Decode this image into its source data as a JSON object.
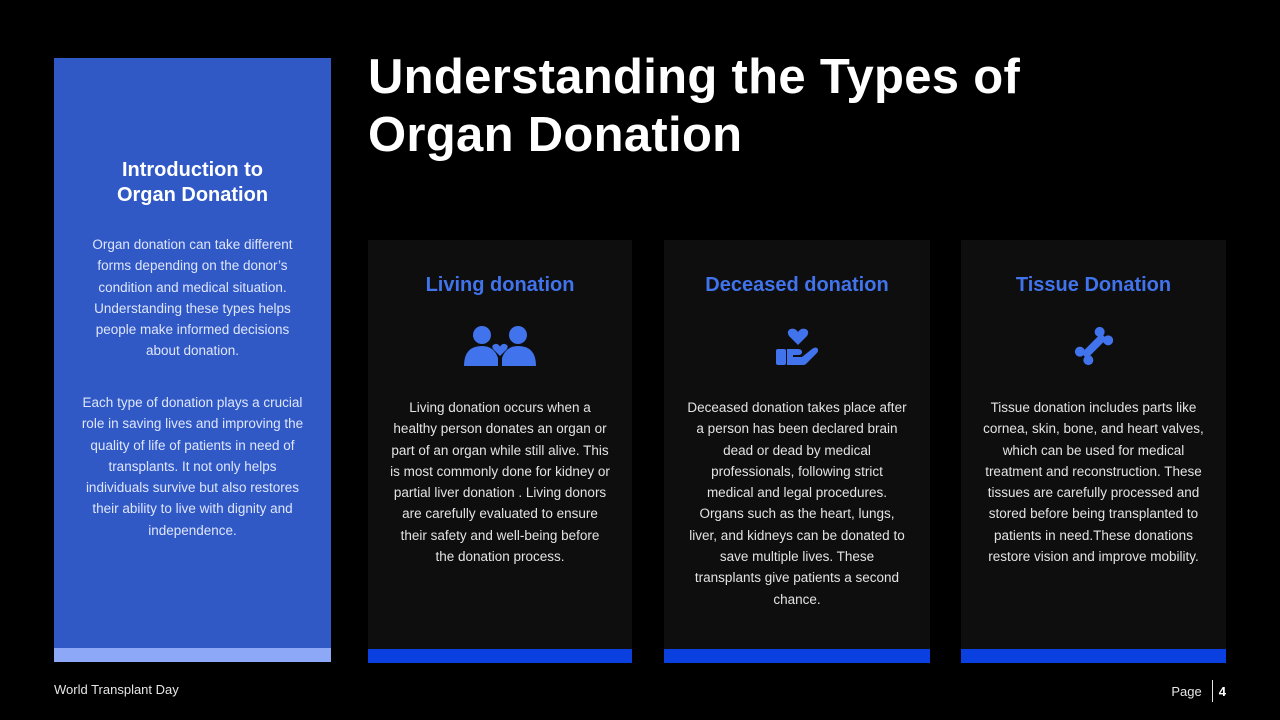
{
  "title": {
    "line1": "Understanding the Types of",
    "line2": "Organ Donation"
  },
  "intro": {
    "title_line1": "Introduction to",
    "title_line2": "Organ Donation",
    "paragraph1": "Organ donation can take different forms depending on the donor’s condition and medical situation. Understanding these types helps people make informed decisions about donation.",
    "paragraph2": "Each type of donation plays a crucial role in saving lives and improving the quality of life of patients in need of transplants. It not only helps individuals survive but also restores their ability to live with dignity and independence."
  },
  "cards": [
    {
      "title": "Living donation",
      "icon": "people-heart-icon",
      "text": "Living donation occurs when a healthy person donates an organ or part of an organ while still alive. This is most commonly done for kidney or partial liver donation . Living donors are carefully evaluated to ensure their safety and well-being before the donation process."
    },
    {
      "title": "Deceased donation",
      "icon": "hand-heart-icon",
      "text": "Deceased donation takes place after a person has been declared brain dead or dead by medical professionals, following strict medical and legal procedures. Organs such as the heart, lungs, liver, and kidneys can be donated to save multiple lives. These transplants give patients a second chance."
    },
    {
      "title": "Tissue Donation",
      "icon": "bone-icon",
      "text": "Tissue donation includes parts like cornea, skin, bone, and heart valves, which can be used for medical treatment and reconstruction. These tissues are carefully processed and stored before being transplanted to patients in need.These donations restore vision and improve mobility."
    }
  ],
  "footer": {
    "event": "World Transplant Day",
    "page_label": "Page",
    "page_number": "4"
  },
  "colors": {
    "intro_panel": "#3059c6",
    "intro_strip": "#8ca8f7",
    "card_bg": "#0e0e0e",
    "card_bar": "#0a3fe0",
    "accent": "#4173ec"
  }
}
